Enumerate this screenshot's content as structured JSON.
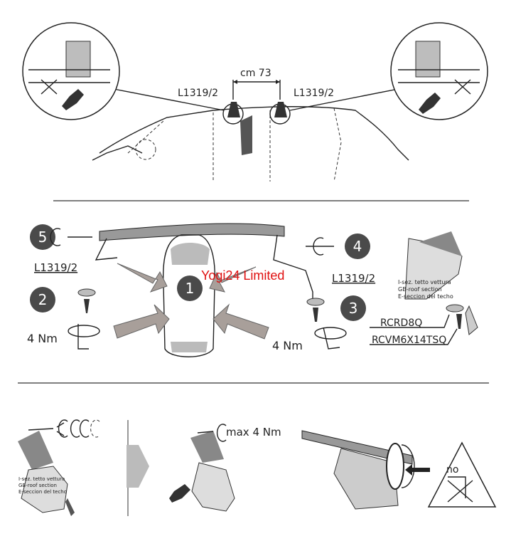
{
  "top": {
    "distance_label": "cm 73",
    "left_part": "L1319/2",
    "right_part": "L1319/2"
  },
  "middle": {
    "steps": [
      "1",
      "2",
      "3",
      "4",
      "5"
    ],
    "left_part": "L1319/2",
    "right_part": "L1319/2",
    "left_torque": "4 Nm",
    "right_torque": "4 Nm",
    "watermark": "Yogi24 Limited",
    "section_lines": [
      "I-sez. tetto vettura",
      "GB-roof section",
      "E-seccion del techo"
    ],
    "part_pad": "RCRD8Q",
    "part_screw": "RCVM6X14TSQ"
  },
  "bottom": {
    "section_lines": [
      "I-sez. tetto vettura",
      "GB-roof section",
      "E-seccion del techo"
    ],
    "max_torque": "max 4 Nm",
    "warning": "no"
  },
  "colors": {
    "step_circle": "#4a4a4a",
    "watermark": "#e01010",
    "arrow": "#a89f9a"
  }
}
